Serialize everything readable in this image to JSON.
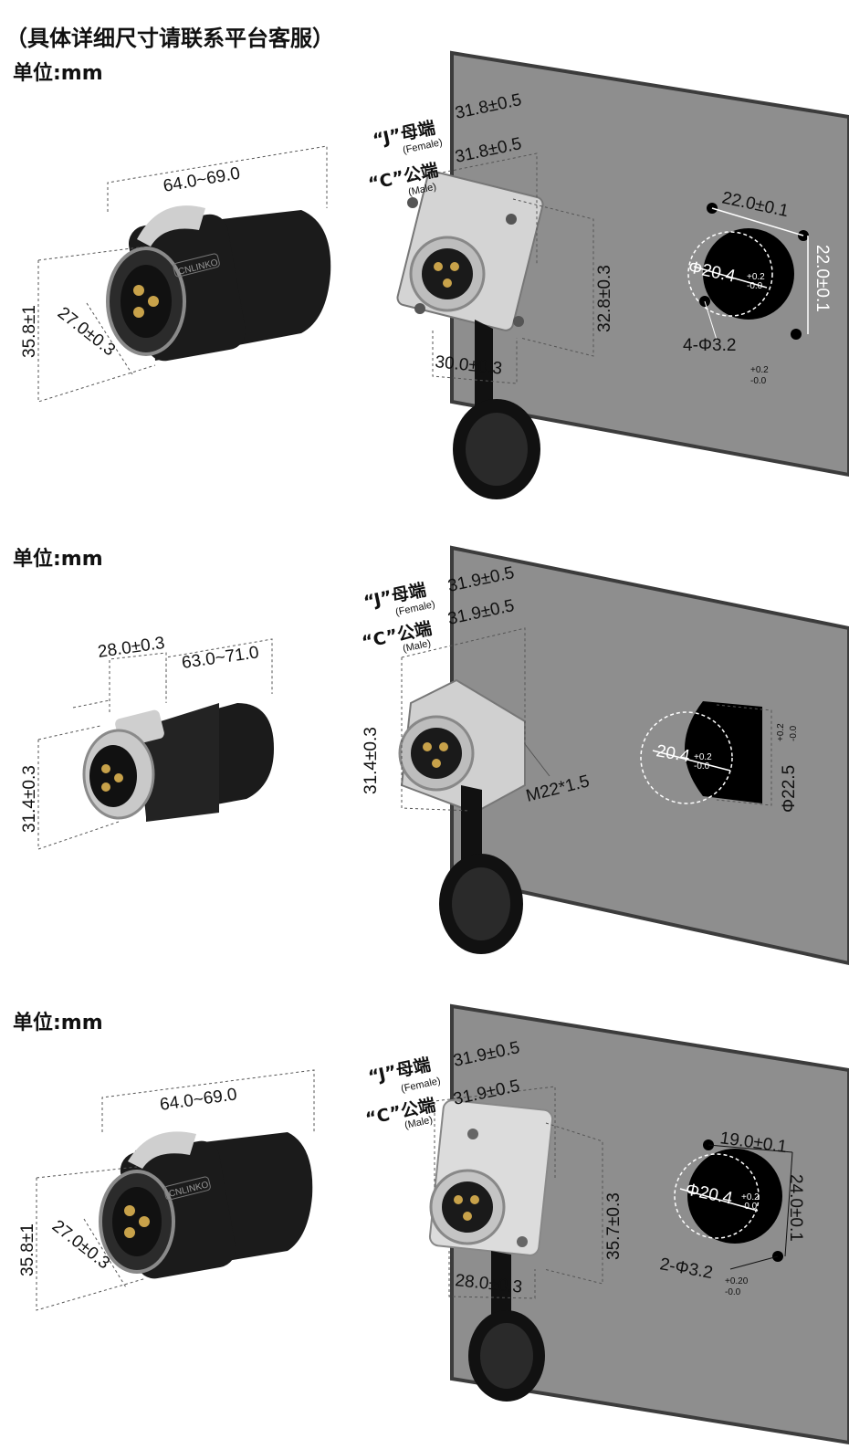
{
  "header": {
    "note": "（具体详细尺寸请联系平台客服）"
  },
  "sections": [
    {
      "unit": "单位:mm",
      "plug": {
        "length": "64.0~69.0",
        "height": "35.8±1",
        "diameter": "27.0±0.3",
        "logo": "CNLINKO"
      },
      "socket": {
        "female_label": "“J”母端",
        "female_sub": "(Female)",
        "female_value": "31.8±0.5",
        "male_label": "“C”公端",
        "male_sub": "(Male)",
        "male_value": "31.8±0.5",
        "height": "32.8±0.3",
        "width": "30.0±0.3"
      },
      "cutout": {
        "spacing_h": "22.0±0.1",
        "spacing_v": "22.0±0.1",
        "diameter": "Φ20.4",
        "dia_tol_plus": "+0.2",
        "dia_tol_minus": "-0.0",
        "holes": "4-Φ3.2",
        "holes_tol_plus": "+0.2",
        "holes_tol_minus": "-0.0"
      }
    },
    {
      "unit": "单位:mm",
      "plug": {
        "front_length": "28.0±0.3",
        "length": "63.0~71.0",
        "height": "31.4±0.3"
      },
      "socket": {
        "female_label": "“J”母端",
        "female_sub": "(Female)",
        "female_value": "31.9±0.5",
        "male_label": "“C”公端",
        "male_sub": "(Male)",
        "male_value": "31.9±0.5",
        "height": "31.4±0.3",
        "thread": "M22*1.5"
      },
      "cutout": {
        "flat": "20.4",
        "flat_tol_plus": "+0.2",
        "flat_tol_minus": "-0.0",
        "diameter": "Φ22.5",
        "dia_tol_plus": "+0.2",
        "dia_tol_minus": "-0.0"
      }
    },
    {
      "unit": "单位:mm",
      "plug": {
        "length": "64.0~69.0",
        "height": "35.8±1",
        "diameter": "27.0±0.3",
        "logo": "CNLINKO"
      },
      "socket": {
        "female_label": "“J”母端",
        "female_sub": "(Female)",
        "female_value": "31.9±0.5",
        "male_label": "“C”公端",
        "male_sub": "(Male)",
        "male_value": "31.9±0.5",
        "height": "35.7±0.3",
        "width": "28.0±0.3"
      },
      "cutout": {
        "spacing_h": "19.0±0.1",
        "spacing_v": "24.0±0.1",
        "diameter": "Φ20.4",
        "dia_tol_plus": "+0.2",
        "dia_tol_minus": "-0.0",
        "holes": "2-Φ3.2",
        "holes_tol_plus": "+0.20",
        "holes_tol_minus": "-0.0"
      }
    }
  ],
  "colors": {
    "panel": "#8e8e8e",
    "panel_edge": "#3c3c3c",
    "plug": "#1b1b1b",
    "metal": "#c9c9c9",
    "cap": "#111111"
  }
}
